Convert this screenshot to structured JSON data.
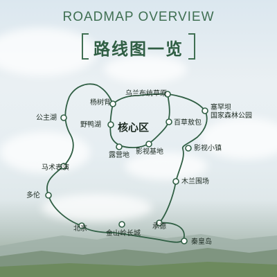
{
  "header": {
    "title_en": "ROADMAP OVERVIEW",
    "title_cn": "路线图一览"
  },
  "core_zone_label": "核心区",
  "colors": {
    "route": "#2f5e43",
    "node_fill": "#ffffff",
    "title": "#3f6f52"
  },
  "stops": [
    {
      "id": "wulanbutong",
      "label": "乌兰布统草原"
    },
    {
      "id": "saihanba",
      "label": "塞罕坝\n国家森林公园"
    },
    {
      "id": "baicaoaobao",
      "label": "百草敖包"
    },
    {
      "id": "yingshixiaozhen",
      "label": "影视小镇"
    },
    {
      "id": "mulanweichang",
      "label": "木兰围场"
    },
    {
      "id": "chengde",
      "label": "承德"
    },
    {
      "id": "qinhuangdao",
      "label": "秦皇岛"
    },
    {
      "id": "jinshanling",
      "label": "金山岭长城"
    },
    {
      "id": "beijing",
      "label": "北京"
    },
    {
      "id": "duolun",
      "label": "多伦"
    },
    {
      "id": "mashubiaoyan",
      "label": "马术表演"
    },
    {
      "id": "gongzhuhu",
      "label": "公主湖"
    },
    {
      "id": "yangshubei",
      "label": "杨树背"
    },
    {
      "id": "yeyahu",
      "label": "野鸭湖"
    },
    {
      "id": "luyingdi",
      "label": "露营地"
    },
    {
      "id": "yingshijidi",
      "label": "影视基地"
    }
  ]
}
